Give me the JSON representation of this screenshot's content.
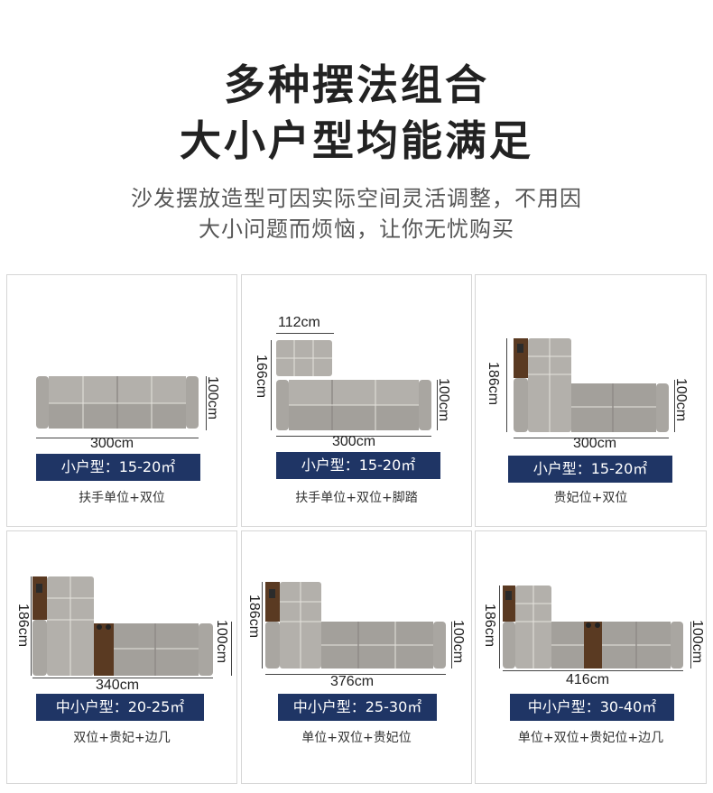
{
  "header": {
    "title_line1": "多种摆法组合",
    "title_line2": "大小户型均能满足",
    "subtitle_line1": "沙发摆放造型可因实际空间灵活调整，不用因",
    "subtitle_line2": "大小问题而烦恼，让你无忧购买"
  },
  "cards": [
    {
      "width_label": "300cm",
      "height_label": "100cm",
      "badge": "小户型：15-20㎡",
      "desc": "扶手单位+双位"
    },
    {
      "top_label": "112cm",
      "side_label": "166cm",
      "width_label": "300cm",
      "height_label": "100cm",
      "badge": "小户型：15-20㎡",
      "desc": "扶手单位+双位+脚踏"
    },
    {
      "side_label": "186cm",
      "width_label": "300cm",
      "height_label": "100cm",
      "badge": "小户型：15-20㎡",
      "desc": "贵妃位+双位"
    },
    {
      "side_label": "186cm",
      "width_label": "340cm",
      "height_label": "100cm",
      "badge": "中小户型：20-25㎡",
      "desc": "双位+贵妃+边几"
    },
    {
      "side_label": "186cm",
      "width_label": "376cm",
      "height_label": "100cm",
      "badge": "中小户型：25-30㎡",
      "desc": "单位+双位+贵妃位"
    },
    {
      "side_label": "186cm",
      "width_label": "416cm",
      "height_label": "100cm",
      "badge": "中小户型：30-40㎡",
      "desc": "单位+双位+贵妃位+边几"
    }
  ],
  "colors": {
    "badge": "#1f3565",
    "sofa": "#a9a6a1",
    "sofa_dark": "#8e8b86",
    "wood": "#5a3a22"
  }
}
